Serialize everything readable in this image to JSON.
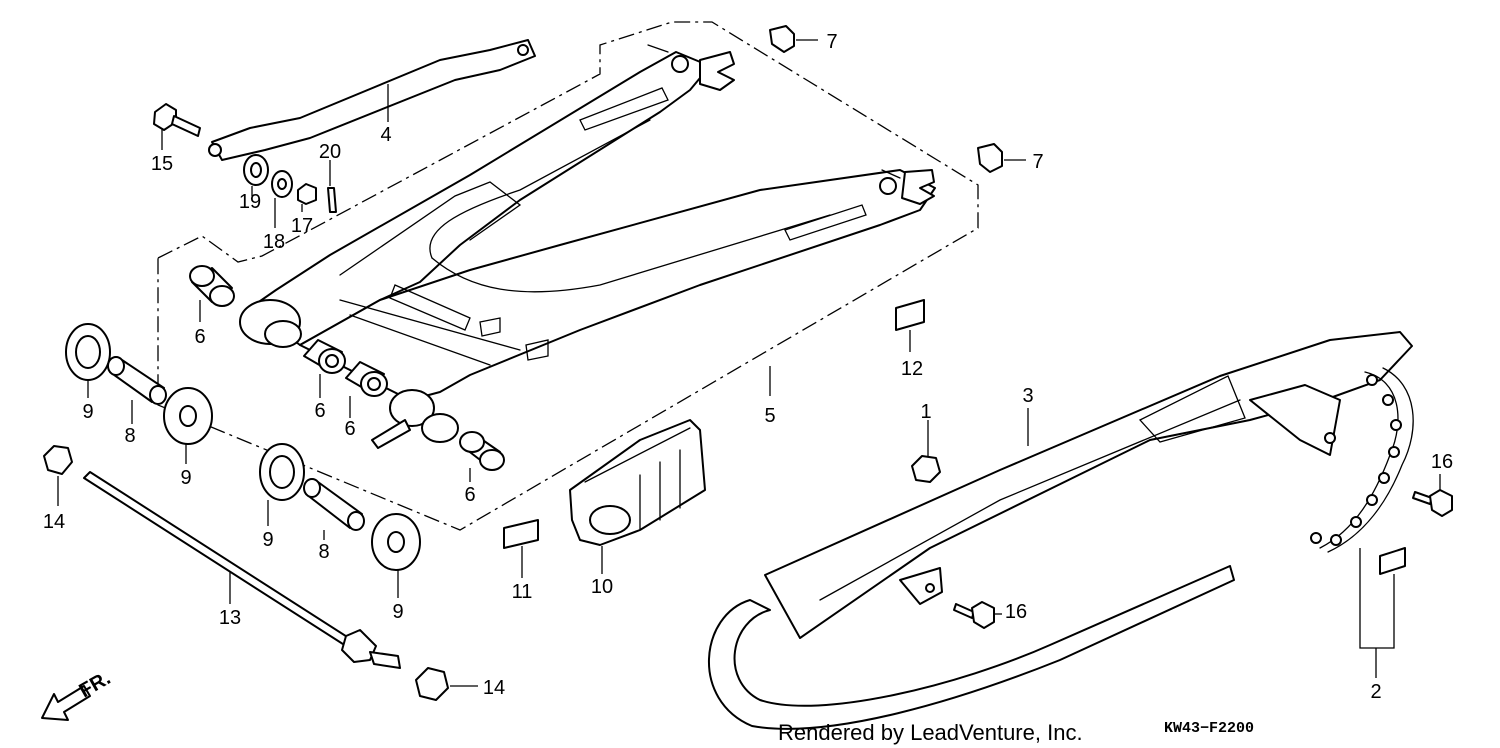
{
  "diagram": {
    "callouts": {
      "p1": "1",
      "p2": "2",
      "p3": "3",
      "p4": "4",
      "p5": "5",
      "p6a": "6",
      "p6b": "6",
      "p6c": "6",
      "p6d": "6",
      "p7a": "7",
      "p7b": "7",
      "p8a": "8",
      "p8b": "8",
      "p9a": "9",
      "p9b": "9",
      "p9c": "9",
      "p9d": "9",
      "p10": "10",
      "p11": "11",
      "p12": "12",
      "p13": "13",
      "p14a": "14",
      "p14b": "14",
      "p15": "15",
      "p16a": "16",
      "p16b": "16",
      "p17": "17",
      "p18": "18",
      "p19": "19",
      "p20": "20"
    },
    "direction_label": "FR.",
    "credit": "Rendered by LeadVenture, Inc.",
    "diagram_code": "KW43−F2200"
  }
}
